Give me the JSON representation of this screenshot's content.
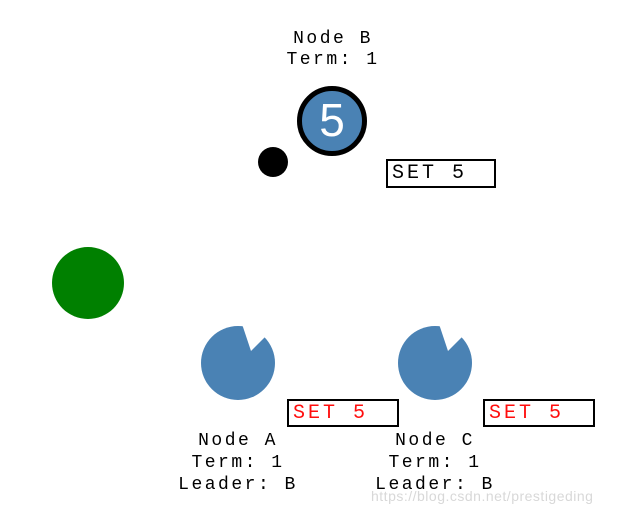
{
  "colors": {
    "node_fill": "#4a82b4",
    "client_fill": "#008000",
    "message_dot": "#000000",
    "pending_text": "#ff0d0d",
    "committed_text": "#000000",
    "watermark": "#d8d8d8"
  },
  "leader": {
    "name": "Node B",
    "term": "Term: 1",
    "log_value": "5",
    "message": "SET 5"
  },
  "followers": [
    {
      "name": "Node A",
      "term": "Term: 1",
      "leader": "Leader: B",
      "message": "SET 5"
    },
    {
      "name": "Node C",
      "term": "Term: 1",
      "leader": "Leader: B",
      "message": "SET 5"
    }
  ],
  "watermark": "https://blog.csdn.net/prestigeding"
}
